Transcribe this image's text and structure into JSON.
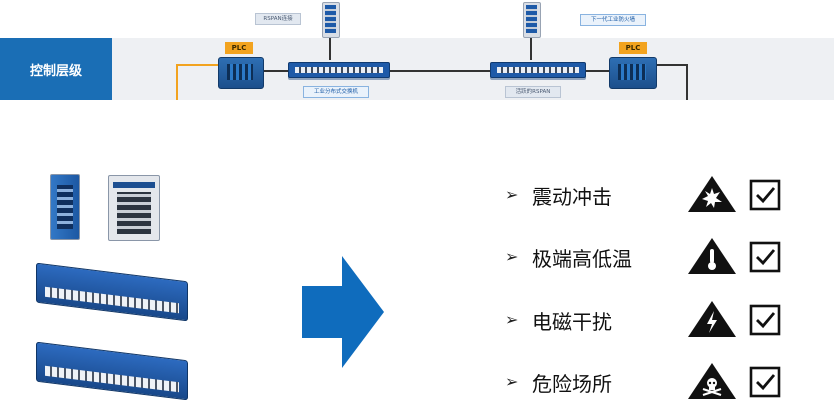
{
  "top_diagram": {
    "layer_label": "控制层级",
    "plc_left": "PLC",
    "plc_right": "PLC",
    "rspan_left_label": "RSPAN连接",
    "firewall_label": "下一代工业防火墙",
    "switch_label": "工业分布式交换机",
    "rspan_mid_label": "活跃的RSPAN"
  },
  "requirements": [
    {
      "bullet": "➢",
      "label": "震动冲击",
      "icon": "explosion-warning-icon"
    },
    {
      "bullet": "➢",
      "label": "极端高低温",
      "icon": "temperature-warning-icon"
    },
    {
      "bullet": "➢",
      "label": "电磁干扰",
      "icon": "high-voltage-warning-icon"
    },
    {
      "bullet": "➢",
      "label": "危险场所",
      "icon": "toxic-hazard-warning-icon"
    }
  ],
  "colors": {
    "accent": "#1a6eb5",
    "arrow": "#0f6cbd",
    "plc_tag": "#f2a31f",
    "band": "#eef0f3"
  }
}
